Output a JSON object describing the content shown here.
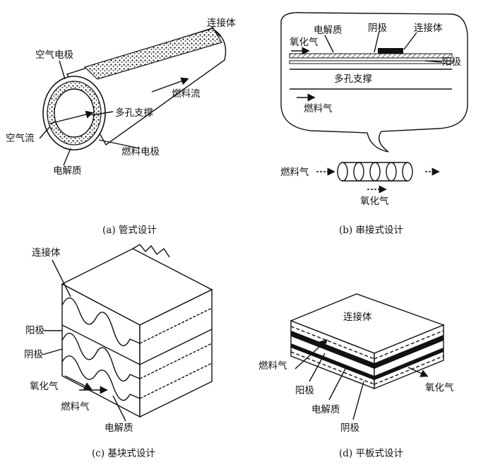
{
  "panel_a": {
    "caption": "(a)  管式设计",
    "labels": {
      "interconnect": "连接体",
      "air_electrode": "空气电极",
      "fuel_flow": "燃料流",
      "porous_support": "多孔支撑",
      "air_flow": "空气流",
      "fuel_electrode": "燃料电极",
      "electrolyte": "电解质"
    }
  },
  "panel_b": {
    "caption": "(b) 串接式设计",
    "labels": {
      "electrolyte": "电解质",
      "cathode_top": "阴极",
      "interconnect": "连接体",
      "oxidant_top": "氧化气",
      "anode": "阳极",
      "porous_support": "多孔支撑",
      "fuel_gas_inner": "燃料气",
      "fuel_gas_outer": "燃料气",
      "oxidant_bottom": "氧化气"
    }
  },
  "panel_c": {
    "caption": "(c) 基块式设计",
    "labels": {
      "interconnect": "连接体",
      "anode": "阳极",
      "cathode": "阴极",
      "oxidant": "氧化气",
      "fuel_gas": "燃料气",
      "electrolyte": "电解质"
    }
  },
  "panel_d": {
    "caption": "(d)  平板式设计",
    "labels": {
      "interconnect": "连接体",
      "fuel_gas": "燃料气",
      "anode": "阳极",
      "electrolyte": "电解质",
      "oxidant": "氧化气",
      "cathode": "阴极"
    }
  }
}
